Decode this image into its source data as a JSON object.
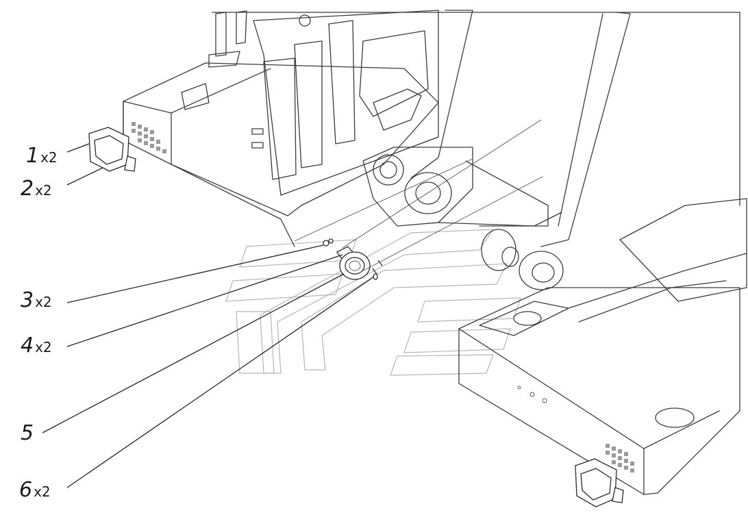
{
  "callouts": [
    {
      "id": "1",
      "num": "1",
      "mult": "x2"
    },
    {
      "id": "2",
      "num": "2",
      "mult": "x2"
    },
    {
      "id": "3",
      "num": "3",
      "mult": "x2"
    },
    {
      "id": "4",
      "num": "4",
      "mult": "x2"
    },
    {
      "id": "5",
      "num": "5",
      "mult": ""
    },
    {
      "id": "6",
      "num": "6",
      "mult": "x2"
    }
  ]
}
